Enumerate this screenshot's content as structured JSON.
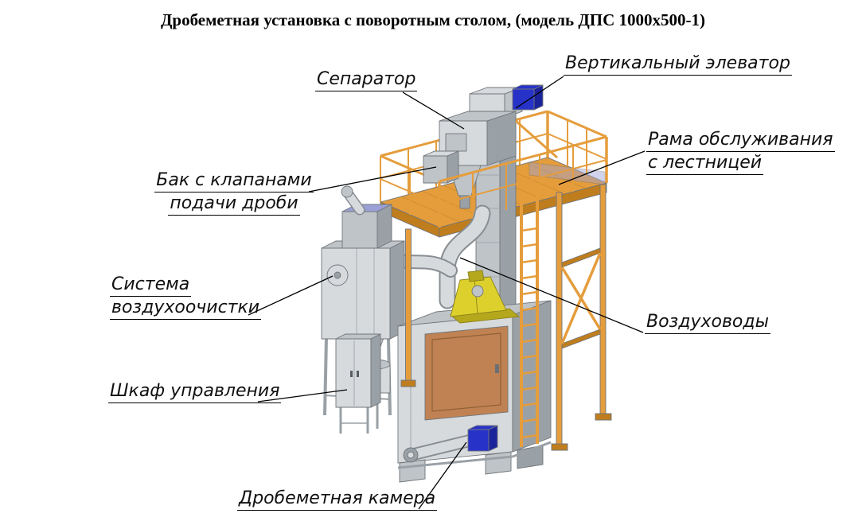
{
  "title": "Дробеметная установка с поворотным столом, (модель ДПС 1000х500-1)",
  "callouts": {
    "separator": {
      "line1": "Сепаратор"
    },
    "vertical_elevator": {
      "line1": "Вертикальный элеватор"
    },
    "service_frame": {
      "line1": "Рама обслуживания",
      "line2": "с лестницей"
    },
    "shot_feed_tank": {
      "line1": "Бак с клапанами",
      "line2": "подачи дроби"
    },
    "air_cleaning_system": {
      "line1": "Система",
      "line2": "воздухоочистки"
    },
    "air_ducts": {
      "line1": "Воздуховоды"
    },
    "control_cabinet": {
      "line1": "Шкаф управления"
    },
    "blast_chamber": {
      "line1": "Дробеметная камера"
    }
  },
  "colors": {
    "frame_orange": "#e59d3c",
    "frame_orange_dark": "#bf7d1d",
    "gray_light": "#d7dadd",
    "gray_mid": "#bfc4c8",
    "gray_dark": "#9aa1a6",
    "motor_blue": "#2732c8",
    "motor_blue_dark": "#1b239a",
    "drive_yellow": "#ddd02c",
    "drive_yellow_dark": "#b5a81c",
    "door_brown": "#c08252",
    "panel_violet": "#9aa0d6",
    "leader_black": "#000000"
  }
}
